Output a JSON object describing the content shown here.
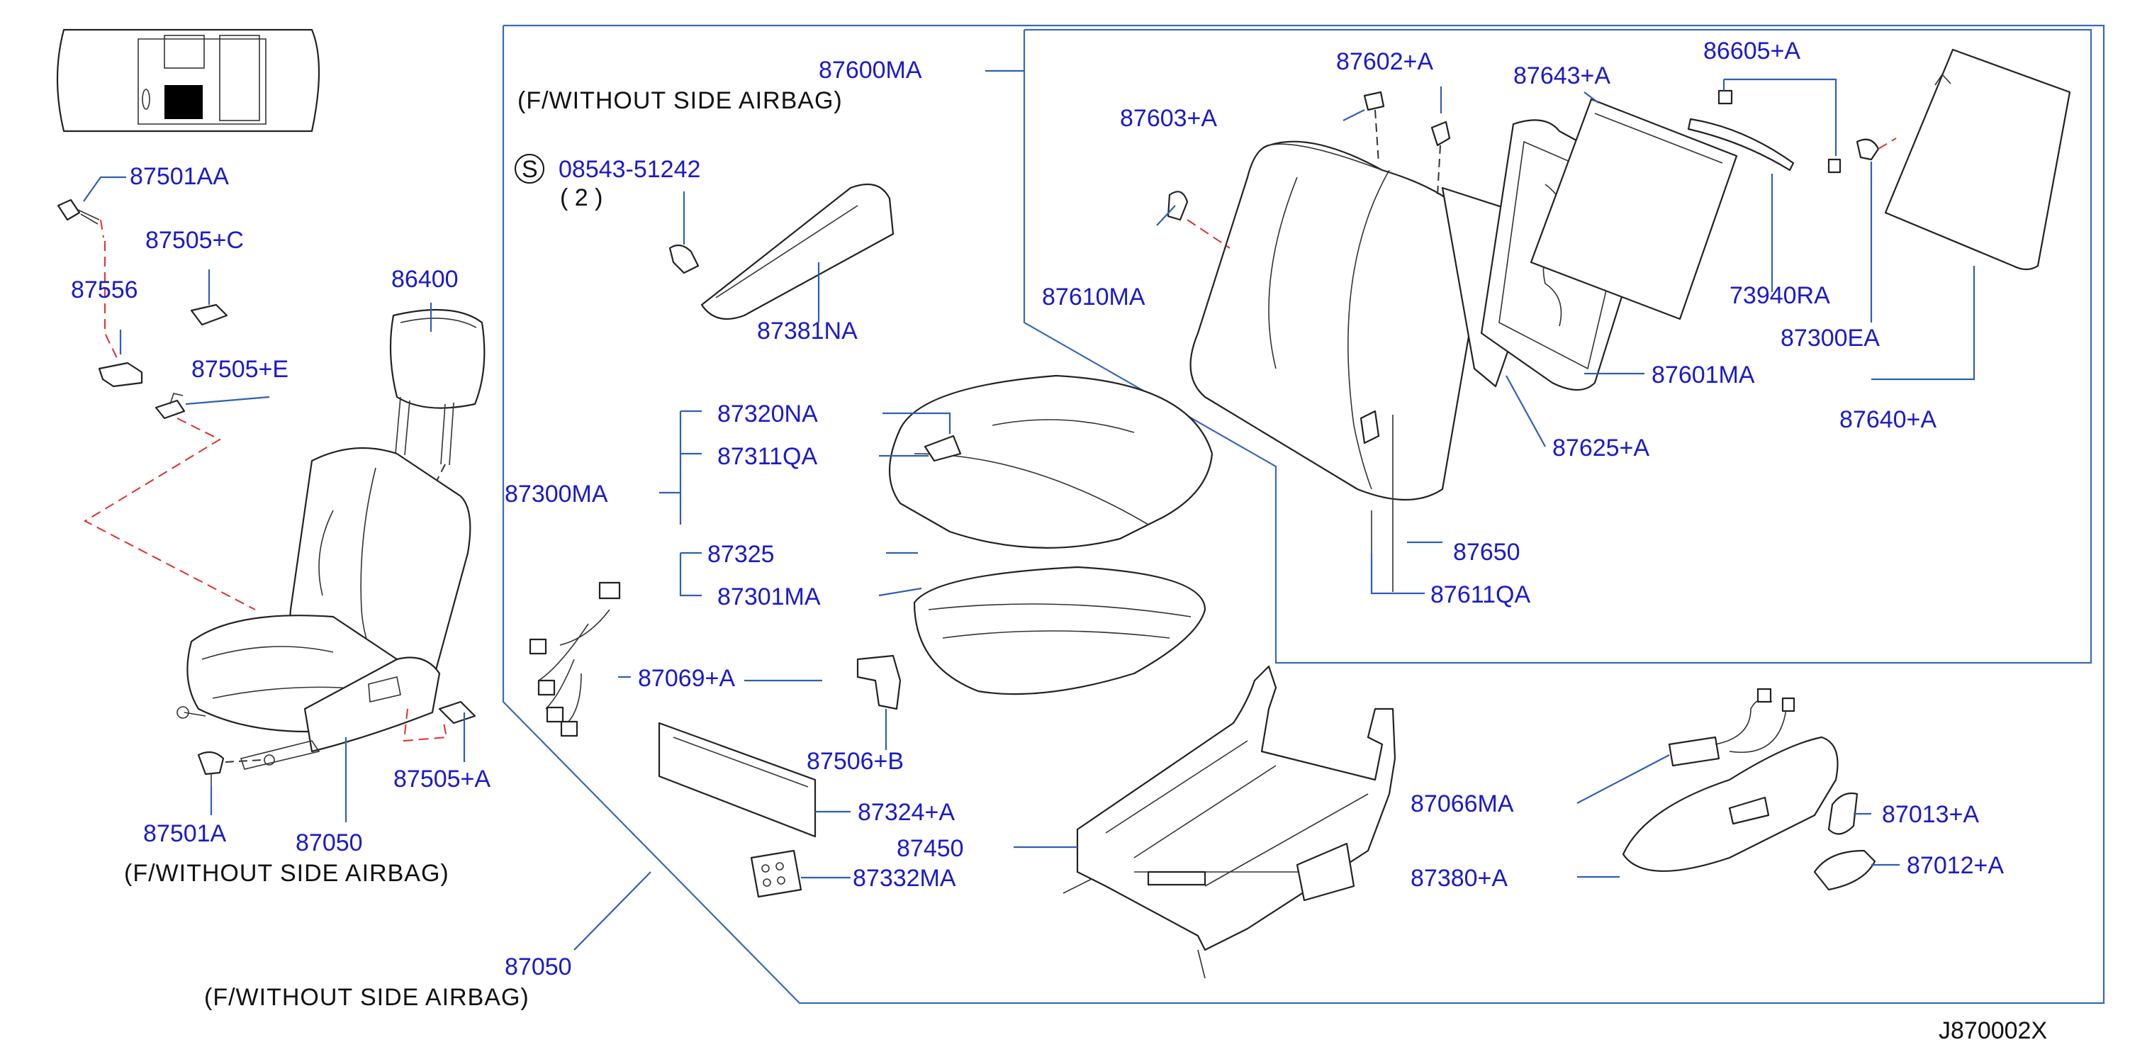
{
  "labels": {
    "p87501AA": "87501AA",
    "p87505C": "87505+C",
    "p87556": "87556",
    "p87505E": "87505+E",
    "p86400": "86400",
    "p87505A": "87505+A",
    "p87501A": "87501A",
    "p87050_left": "87050",
    "p87600MA": "87600MA",
    "p08543": "08543-51242",
    "qty": "( 2 )",
    "p87381NA": "87381NA",
    "p87320NA": "87320NA",
    "p87311QA": "87311QA",
    "p87300MA": "87300MA",
    "p87325": "87325",
    "p87301MA": "87301MA",
    "p87069A": "87069+A",
    "p87506B": "87506+B",
    "p87324A": "87324+A",
    "p87450": "87450",
    "p87332MA": "87332MA",
    "p87050_bottom": "87050",
    "p87602A": "87602+A",
    "p87643A": "87643+A",
    "p86605A": "86605+A",
    "p87603A": "87603+A",
    "p87610MA": "87610MA",
    "p73940RA": "73940RA",
    "p87300EA": "87300EA",
    "p87601MA": "87601MA",
    "p87640A": "87640+A",
    "p87625A": "87625+A",
    "p87650": "87650",
    "p87611QA": "87611QA",
    "p87066MA": "87066MA",
    "p87013A": "87013+A",
    "p87380A": "87380+A",
    "p87012A": "87012+A"
  },
  "notes": {
    "without_airbag_top": "(F/WITHOUT SIDE AIRBAG)",
    "without_airbag_left": "(F/WITHOUT SIDE AIRBAG)",
    "without_airbag_bottom": "(F/WITHOUT SIDE AIRBAG)"
  },
  "screw_symbol": "S",
  "diagram_code": "J870002X"
}
